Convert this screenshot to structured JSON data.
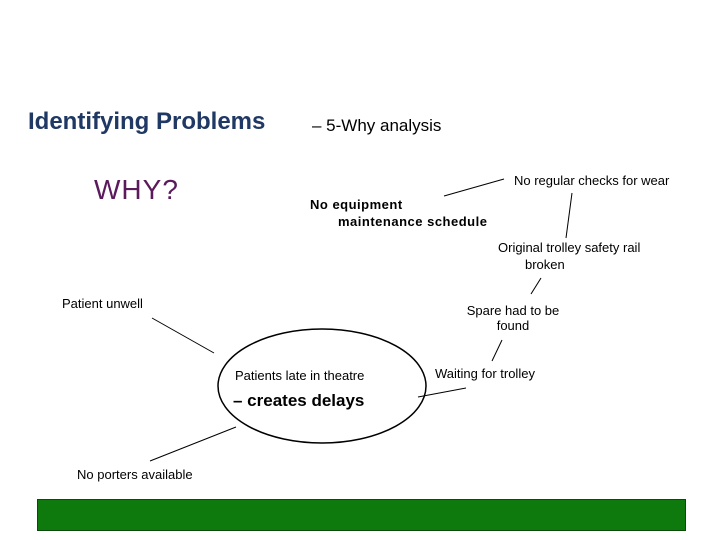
{
  "title": {
    "main": "Identifying Problems",
    "sub": "– 5-Why analysis"
  },
  "why_label": "WHY?",
  "central_problem": {
    "line1": "Patients late in theatre",
    "line2": "– creates delays"
  },
  "causes": {
    "patient_unwell": "Patient unwell",
    "no_porters": "No porters available",
    "waiting_for_trolley": "Waiting for trolley",
    "spare_found_line1": "Spare had to be",
    "spare_found_line2": "found",
    "rail_broken_line1": "Original trolley safety rail",
    "rail_broken_line2": "broken",
    "no_schedule_line1": "No equipment",
    "no_schedule_line2": "maintenance schedule",
    "no_checks": "No regular checks for wear"
  },
  "colors": {
    "title": "#1f3864",
    "why": "#5b1a5b",
    "footer_bar": "#0e7a0e"
  }
}
